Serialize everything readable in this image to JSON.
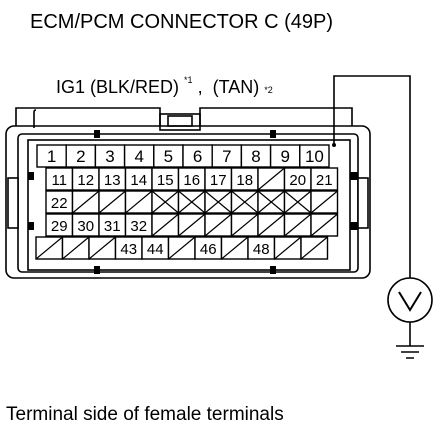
{
  "title": "ECM/PCM CONNECTOR C (49P)",
  "signal": {
    "label": "IG1 (BLK/RED)",
    "note1": "*1",
    "sep": ",",
    "label2": "(TAN)",
    "note2": "*2"
  },
  "caption": "Terminal side of female terminals",
  "meter": {
    "symbol": "V"
  },
  "connector": {
    "rows": [
      [
        "1",
        "2",
        "3",
        "4",
        "5",
        "6",
        "7",
        "8",
        "9",
        "10"
      ],
      [
        "11",
        "12",
        "13",
        "14",
        "15",
        "16",
        "17",
        "18",
        "",
        "20",
        "21"
      ],
      [
        "22",
        "",
        "",
        "",
        "",
        "",
        "",
        "",
        "",
        "",
        ""
      ],
      [
        "29",
        "30",
        "31",
        "32",
        "",
        "",
        "",
        "",
        "",
        "",
        ""
      ],
      [
        "",
        "",
        "",
        "43",
        "44",
        "",
        "46",
        "",
        "48",
        "",
        ""
      ]
    ]
  },
  "colors": {
    "ink": "#000000",
    "background": "#ffffff"
  }
}
